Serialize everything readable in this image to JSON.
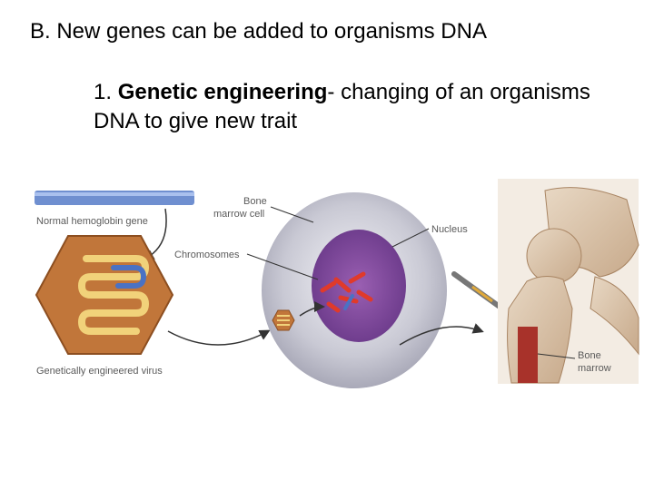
{
  "slide": {
    "heading": "B. New genes can be added to organisms DNA",
    "point_number": "1. ",
    "point_term": "Genetic engineering",
    "point_rest": "- changing of an organisms DNA to give new trait"
  },
  "figure": {
    "labels": {
      "normal_gene": "Normal hemoglobin gene",
      "bone_marrow_cell_line1": "Bone",
      "bone_marrow_cell_line2": "marrow cell",
      "nucleus": "Nucleus",
      "chromosomes": "Chromosomes",
      "virus": "Genetically engineered virus",
      "bone_marrow_line1": "Bone",
      "bone_marrow_line2": "marrow"
    }
  }
}
